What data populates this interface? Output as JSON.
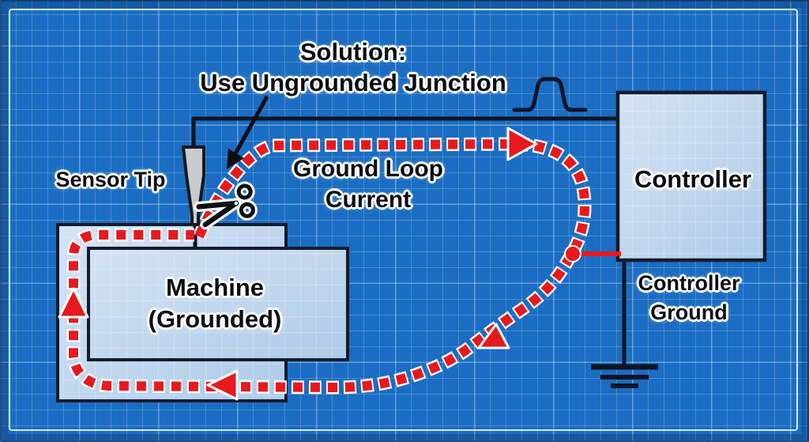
{
  "diagram": {
    "title": {
      "line1": "Solution:",
      "line2": "Use Ungrounded Junction"
    },
    "labels": {
      "sensor_tip": "Sensor Tip",
      "ground_loop_line1": "Ground Loop",
      "ground_loop_line2": "Current",
      "machine_line1": "Machine",
      "machine_line2": "(Grounded)",
      "controller": "Controller",
      "controller_ground_line1": "Controller",
      "controller_ground_line2": "Ground"
    },
    "icons": {
      "scissors": "scissors-icon",
      "pulse": "pulse-signal-icon",
      "earth_ground": "earth-ground-icon",
      "junction": "junction-dot",
      "loop_arrows": [
        "right-arrow",
        "down-left-arrow",
        "left-arrow",
        "up-arrow"
      ],
      "pointer": "solution-pointer-arrow"
    },
    "colors": {
      "background": "#1a6dc2",
      "grid_line": "#7fb0e0",
      "box_fill_light": "#d3e2f3",
      "box_fill_dark": "#aecbe8",
      "outline_dark": "#141b2e",
      "loop_red": "#e8191c",
      "sensor_gray": "#c9cbce",
      "text": "#0b0c10",
      "text_outline": "#ffffff"
    }
  }
}
